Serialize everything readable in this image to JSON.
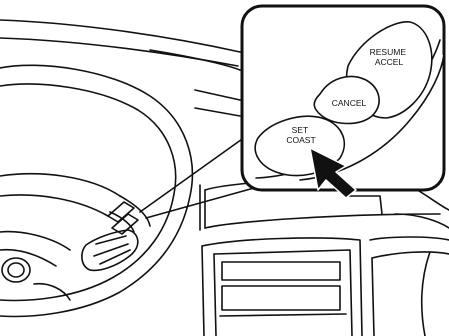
{
  "colors": {
    "ink": "#111111",
    "paper": "#ffffff"
  },
  "buttons": {
    "resume_accel": [
      "RESUME",
      "ACCEL"
    ],
    "cancel": "CANCEL",
    "set_coast": [
      "SET",
      "COAST"
    ]
  },
  "icons": {
    "pointer": "arrow-pointer-icon"
  }
}
